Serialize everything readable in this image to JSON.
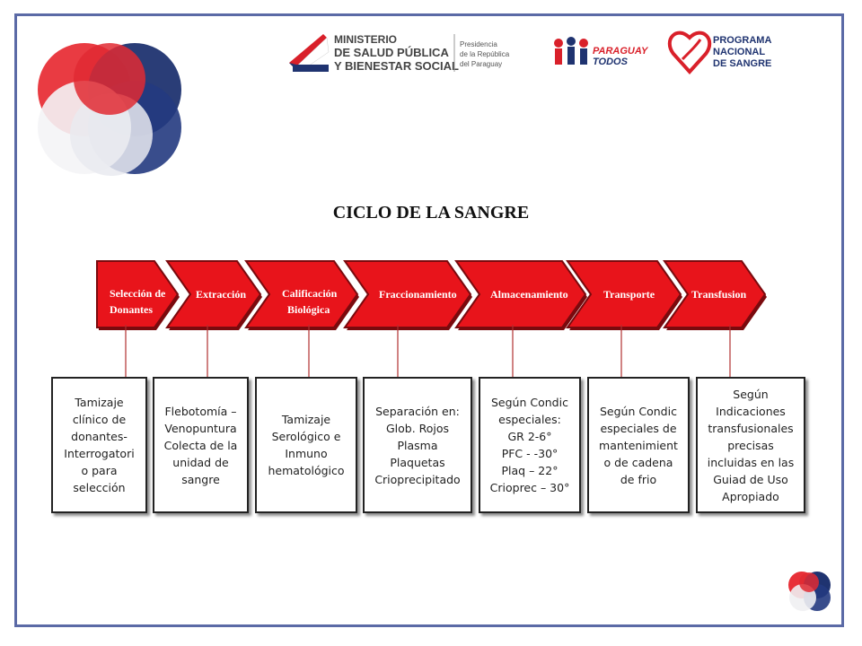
{
  "title": "CICLO DE LA SANGRE",
  "header": {
    "ministry_line1": "MINISTERIO",
    "ministry_line2": "DE SALUD PÚBLICA",
    "ministry_line3": "Y BIENESTAR SOCIAL",
    "presidency_line1": "Presidencia",
    "presidency_line2": "de la República",
    "presidency_line3": "del Paraguay",
    "paraguay_line1": "PARAGUAY",
    "paraguay_line2": "TODOS",
    "program_line1": "PROGRAMA",
    "program_line2": "NACIONAL",
    "program_line3": "DE SANGRE"
  },
  "steps": [
    {
      "label_1": "Selección de",
      "label_2": "Donantes"
    },
    {
      "label_1": "Extracción",
      "label_2": ""
    },
    {
      "label_1": "Calificación",
      "label_2": "Biológica"
    },
    {
      "label_1": "Fraccionamiento",
      "label_2": ""
    },
    {
      "label_1": "Almacenamiento",
      "label_2": ""
    },
    {
      "label_1": "Transporte",
      "label_2": ""
    },
    {
      "label_1": "Transfusion",
      "label_2": ""
    }
  ],
  "boxes": [
    "Tamizaje\nclínico de\ndonantes-\nInterrogatori\no para\nselección",
    "Flebotomía –\nVenopuntura\nColecta de la\nunidad de\nsangre",
    "Tamizaje\nSerológico e\nInmuno\nhematológico",
    "Separación en:\nGlob. Rojos\nPlasma\nPlaquetas\nCrioprecipitado",
    "Según Condic\nespeciales:\nGR 2-6°\nPFC - -30°\nPlaq – 22°\nCrioprec – 30°",
    "Según Condic\nespeciales de\nmantenimient\no de cadena\nde frio",
    "Según\nIndicaciones\ntransfusionales\nprecisas\nincluidas en las\nGuiad de Uso\nApropiado"
  ],
  "colors": {
    "arrow_red": "#e8141b",
    "arrow_dark": "#7a0a0e",
    "connector": "#b03030",
    "frame": "#5b6aa6",
    "navy": "#1f3370",
    "logo_red": "#d9202a"
  }
}
